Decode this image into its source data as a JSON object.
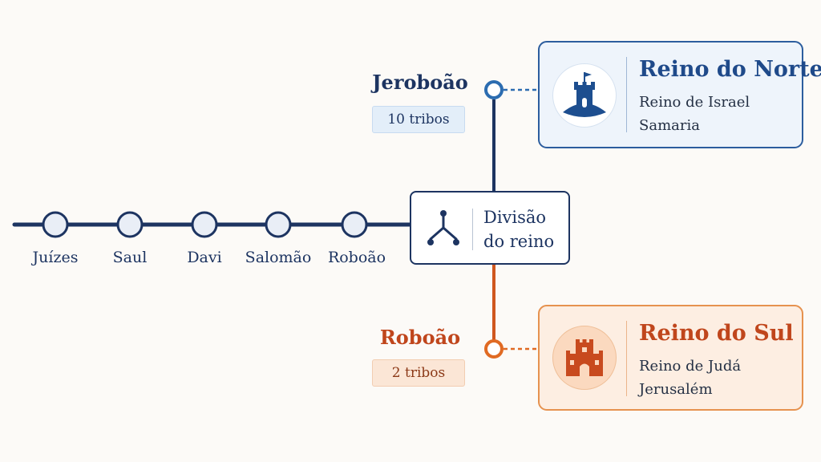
{
  "timeline": {
    "stages": [
      "Juízes",
      "Saul",
      "Davi",
      "Salomão",
      "Roboão"
    ]
  },
  "split": {
    "label_line1": "Divisão",
    "label_line2": "do reino",
    "icon": "fork-split-icon"
  },
  "north": {
    "leader": "Jeroboão",
    "tribes": "10 tribos",
    "title": "Reino do Norte",
    "line1": "Reino de Israel",
    "line2": "Samaria",
    "icon": "castle-tower-icon",
    "color": "#1d3461",
    "accent": "#2c5d9e"
  },
  "south": {
    "leader": "Roboão",
    "tribes": "2 tribos",
    "title": "Reino do Sul",
    "line1": "Reino de Judá",
    "line2": "Jerusalém",
    "icon": "fortress-gate-icon",
    "color": "#c0461c",
    "accent": "#e6924f"
  }
}
